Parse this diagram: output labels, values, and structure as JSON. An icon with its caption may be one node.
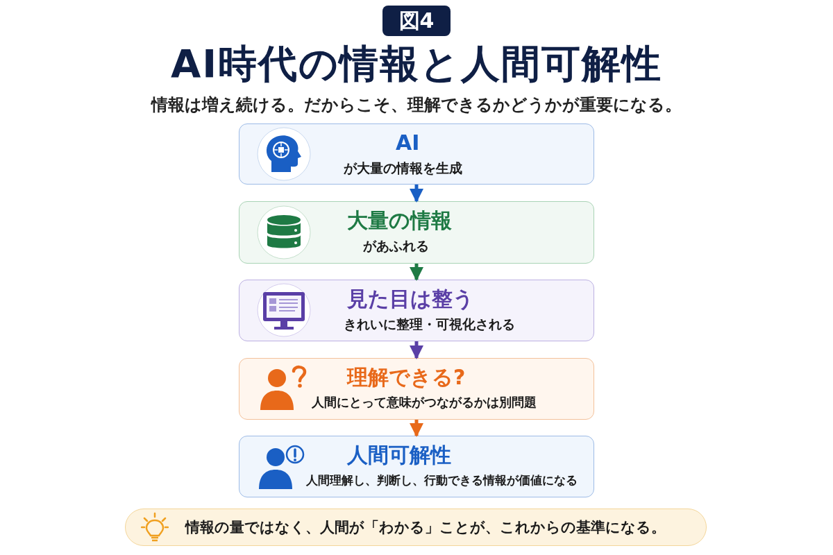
{
  "diagram": {
    "title": "AI時代の情報と人間可解性",
    "nodes": [
      {
        "text": [
          "AI",
          "が大量の情報を生成"
        ]
      },
      {
        "text": [
          "大量の情報",
          "があふれる"
        ]
      },
      {
        "text": [
          "見た目は整う",
          "きれいに整理・可視化される"
        ]
      },
      {
        "text": [
          "理解できる?",
          "人間にとって意味がつながるかは別問題"
        ]
      },
      {
        "text": [
          "人間可解性",
          "人間理解し、判断し、行動できる情報が価値になる"
        ]
      },
      {
        "text": [
          "情報の量ではなく、人間が「わかる」ことが、これからの基準になる。"
        ]
      }
    ],
    "edges": [
      {
        "from": 0,
        "to": 1,
        "arrow": "to",
        "color": "#1a5fc4"
      },
      {
        "from": 1,
        "to": 2,
        "arrow": "to",
        "color": "#1e7a44"
      },
      {
        "from": 2,
        "to": 3,
        "arrow": "to",
        "color": "#5a3fa6"
      },
      {
        "from": 3,
        "to": 4,
        "arrow": "to",
        "color": "#e8691a"
      }
    ],
    "labels": [
      "図4",
      "情報は増え続ける。だからこそ、理解できるかどうかが重要になる。"
    ]
  }
}
